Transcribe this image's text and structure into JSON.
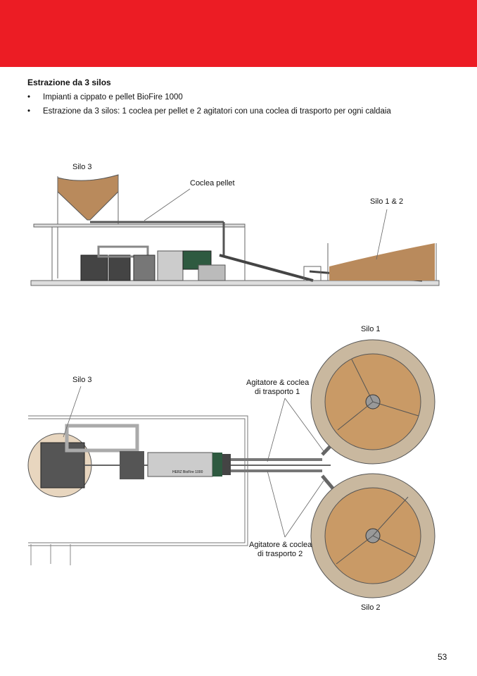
{
  "section": {
    "title": "Estrazione da 3 silos",
    "bullets": [
      "Impianti a cippato e pellet BioFire 1000",
      "Estrazione da 3 silos: 1 coclea per pellet e 2 agitatori con una coclea di trasporto per ogni caldaia"
    ]
  },
  "side_view": {
    "labels": {
      "silo3": "Silo 3",
      "coclea": "Coclea pellet",
      "silo12": "Silo 1 & 2"
    }
  },
  "top_view": {
    "labels": {
      "silo1": "Silo 1",
      "silo2": "Silo 2",
      "silo3": "Silo 3",
      "agit1_l1": "Agitatore & coclea",
      "agit1_l2": "di trasporto 1",
      "agit2_l1": "Agitatore & coclea",
      "agit2_l2": "di trasporto 2",
      "boiler": "HERZ BioFire 1000"
    }
  },
  "page_number": "53",
  "colors": {
    "banner": "#ec1c24",
    "wood": "#c8a070",
    "boiler_green": "#2e5a40"
  }
}
